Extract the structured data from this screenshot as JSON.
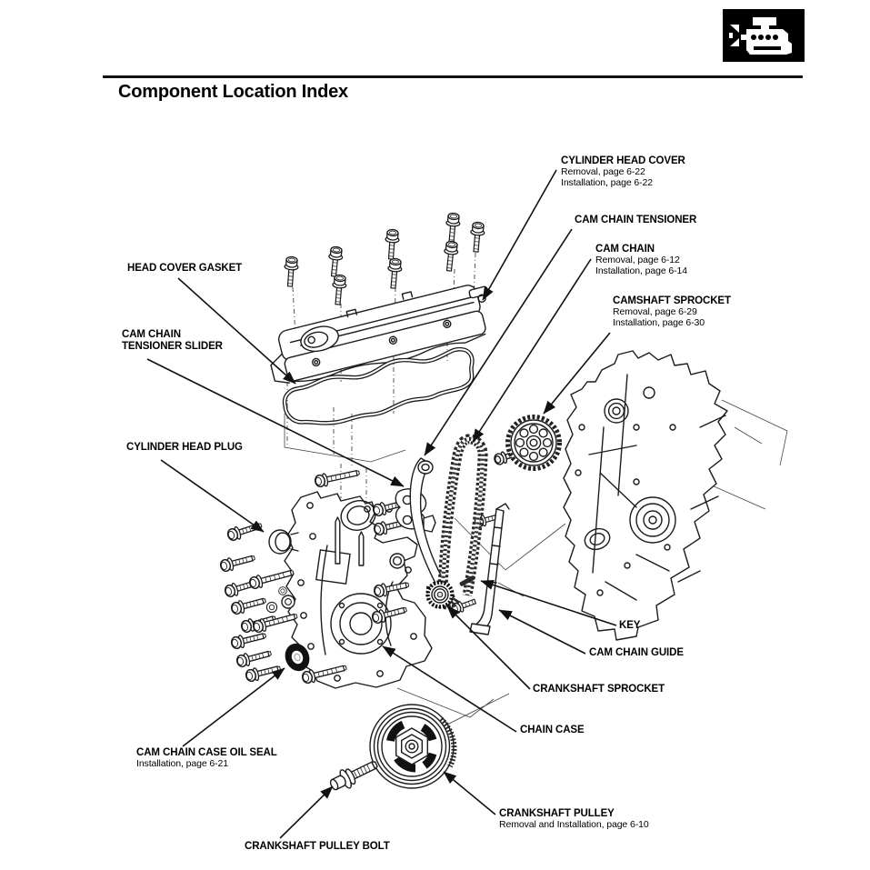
{
  "header": {
    "title": "Component Location Index",
    "icon": "engine-icon"
  },
  "colors": {
    "ink": "#111111",
    "paper": "#ffffff"
  },
  "labels": [
    {
      "id": "cylinder-head-cover",
      "bold": [
        "CYLINDER HEAD COVER"
      ],
      "sub": [
        "Removal, page 6-22",
        "Installation, page 6-22"
      ]
    },
    {
      "id": "cam-chain-tensioner",
      "bold": [
        "CAM CHAIN TENSIONER"
      ],
      "sub": []
    },
    {
      "id": "cam-chain",
      "bold": [
        "CAM CHAIN"
      ],
      "sub": [
        "Removal, page 6-12",
        "Installation, page 6-14"
      ]
    },
    {
      "id": "camshaft-sprocket",
      "bold": [
        "CAMSHAFT SPROCKET"
      ],
      "sub": [
        "Removal, page 6-29",
        "Installation, page 6-30"
      ]
    },
    {
      "id": "head-cover-gasket",
      "bold": [
        "HEAD COVER GASKET"
      ],
      "sub": []
    },
    {
      "id": "cam-chain-tensioner-slider",
      "bold": [
        "CAM CHAIN",
        "TENSIONER SLIDER"
      ],
      "sub": []
    },
    {
      "id": "cylinder-head-plug",
      "bold": [
        "CYLINDER HEAD PLUG"
      ],
      "sub": []
    },
    {
      "id": "key",
      "bold": [
        "KEY"
      ],
      "sub": []
    },
    {
      "id": "cam-chain-guide",
      "bold": [
        "CAM CHAIN GUIDE"
      ],
      "sub": []
    },
    {
      "id": "crankshaft-sprocket",
      "bold": [
        "CRANKSHAFT SPROCKET"
      ],
      "sub": []
    },
    {
      "id": "chain-case",
      "bold": [
        "CHAIN CASE"
      ],
      "sub": []
    },
    {
      "id": "cam-chain-case-oil-seal",
      "bold": [
        "CAM CHAIN CASE OIL SEAL"
      ],
      "sub": [
        "Installation, page 6-21"
      ]
    },
    {
      "id": "crankshaft-pulley",
      "bold": [
        "CRANKSHAFT PULLEY"
      ],
      "sub": [
        "Removal and Installation, page 6-10"
      ]
    },
    {
      "id": "crankshaft-pulley-bolt",
      "bold": [
        "CRANKSHAFT PULLEY BOLT"
      ],
      "sub": []
    }
  ]
}
